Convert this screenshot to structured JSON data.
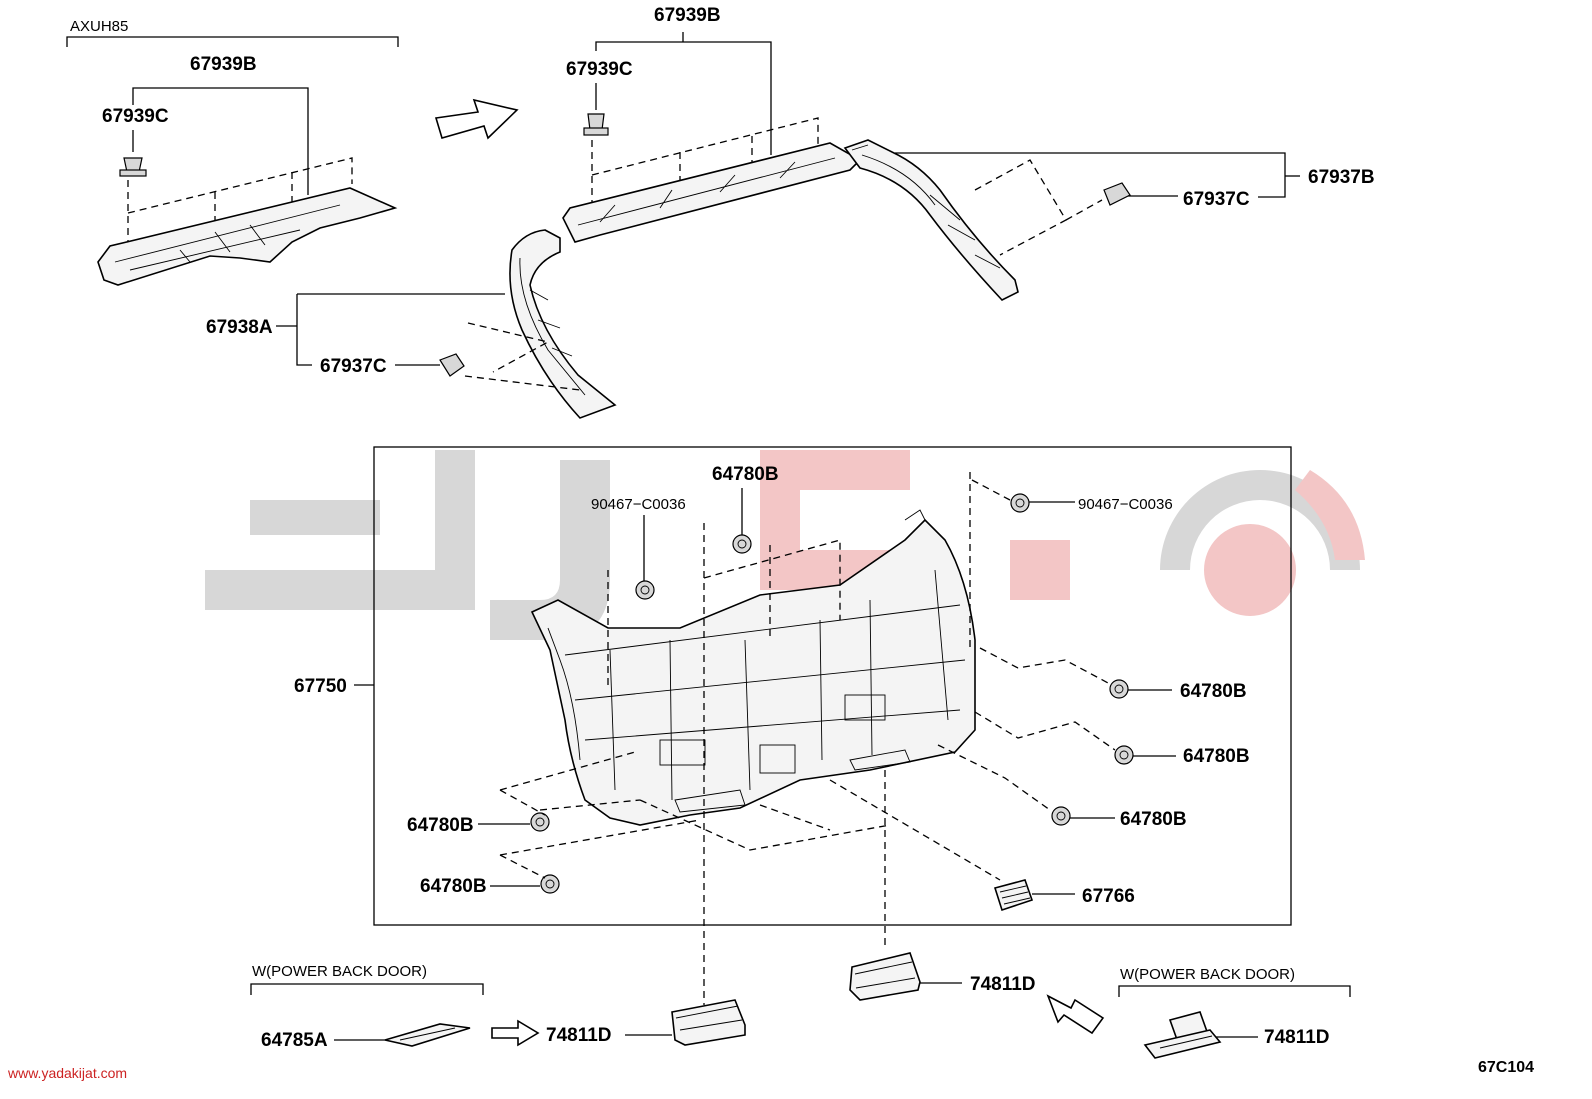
{
  "diagram_code": "67C104",
  "website": "www.yadakijat.com",
  "callouts": {
    "axuh85": "AXUH85",
    "left_67939B": "67939B",
    "left_67939C": "67939C",
    "top_67939B": "67939B",
    "top_67939C": "67939C",
    "p67937B": "67937B",
    "p67937C_right": "67937C",
    "p67938A": "67938A",
    "p67937C_left": "67937C",
    "p64780B_top": "64780B",
    "p90467_left": "90467−C0036",
    "p90467_right": "90467−C0036",
    "p67750": "67750",
    "p64780B_r1": "64780B",
    "p64780B_r2": "64780B",
    "p64780B_r3": "64780B",
    "p64780B_l1": "64780B",
    "p64780B_l2": "64780B",
    "p67766": "67766",
    "cond_left": "W(POWER BACK DOOR)",
    "cond_right": "W(POWER BACK DOOR)",
    "p64785A": "64785A",
    "p74811D_a": "74811D",
    "p74811D_b": "74811D",
    "p74811D_c": "74811D"
  },
  "colors": {
    "line": "#000000",
    "part_fill": "#f4f4f4",
    "watermark_gray": "#d7d7d7",
    "watermark_red": "#f3c6c6",
    "url": "#cc2222"
  }
}
